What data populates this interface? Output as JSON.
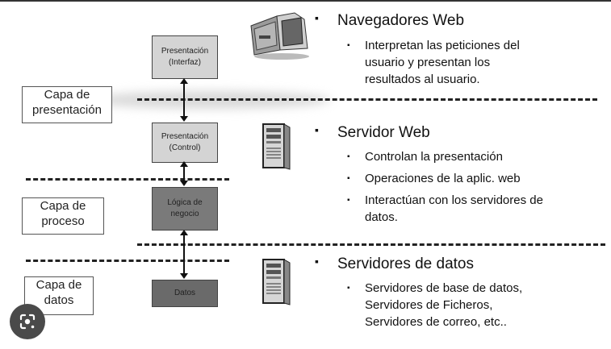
{
  "layers": {
    "presentation": "Capa de\npresentación",
    "process": "Capa de\nproceso",
    "data": "Capa de\ndatos"
  },
  "stack": {
    "interface": "Presentación\n(Interfaz)",
    "control": "Presentación\n(Control)",
    "logic": "Lógica de\nnegocio",
    "data": "Datos"
  },
  "sections": {
    "browsers": {
      "title": "Navegadores Web",
      "bullets": [
        "Interpretan las peticiones del\nusuario y presentan los\nresultados al usuario."
      ]
    },
    "web_server": {
      "title": "Servidor Web",
      "bullets": [
        "Controlan la presentación",
        "Operaciones de la aplic. web",
        "Interactúan con los servidores de\ndatos."
      ]
    },
    "data_servers": {
      "title": "Servidores de datos",
      "bullets": [
        "Servidores de base de datos,\nServidores de Ficheros,\nServidores de correo, etc.."
      ]
    }
  },
  "colors": {
    "box_light": "#d4d4d4",
    "box_dark": "#7a7a7a",
    "box_darker": "#6a6a6a"
  }
}
